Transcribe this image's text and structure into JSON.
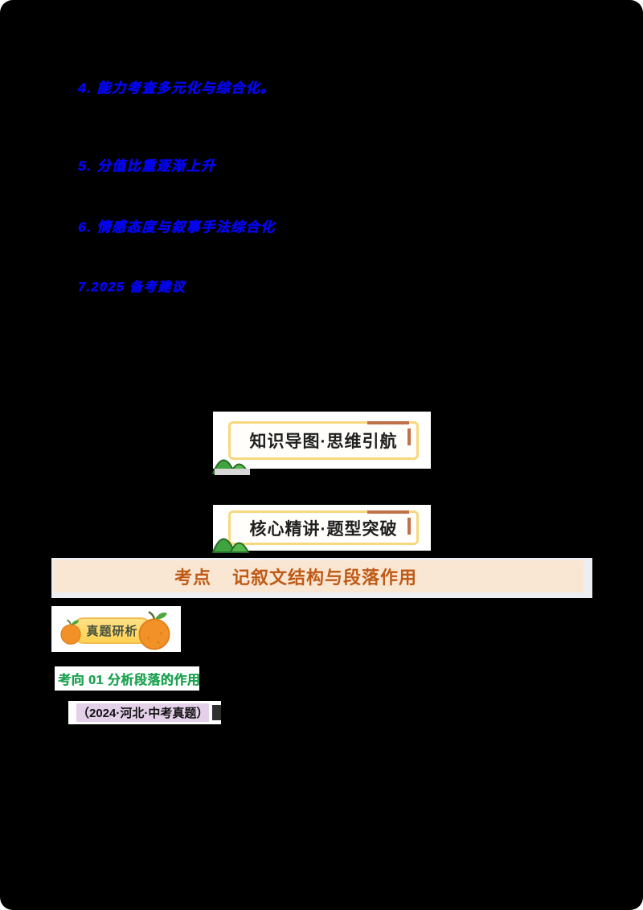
{
  "document": {
    "background_color": "#000000",
    "intro_points": [
      {
        "text": "4. 能力考查多元化与综合化。"
      },
      {
        "text": "5. 分值比重逐渐上升"
      },
      {
        "text": "6. 情感态度与叙事手法综合化"
      },
      {
        "text": "7.2025 备考建议"
      }
    ],
    "intro_text_color": "#0404ee",
    "section_banners": [
      {
        "title": "知识导图·思维引航"
      },
      {
        "title": "核心精讲·题型突破"
      }
    ],
    "banner_border_color": "#F8D87D",
    "banner_corner_color": "#C0714A",
    "mountain_color": "#3FA33F",
    "kaodian": {
      "label": "考点",
      "title": "记叙文结构与段落作用",
      "text_color": "#BF5A17",
      "bg_color": "#FAE7D3"
    },
    "badge": {
      "label": "真题研析",
      "pill_color": "#FFD666",
      "orange_color": "#F29127"
    },
    "exam_direction": {
      "text": "考向 01 分析段落的作用",
      "color": "#1EA351"
    },
    "exam_source": {
      "text": "（2024·河北·中考真题）",
      "highlight_color": "#E4D0E9"
    }
  }
}
